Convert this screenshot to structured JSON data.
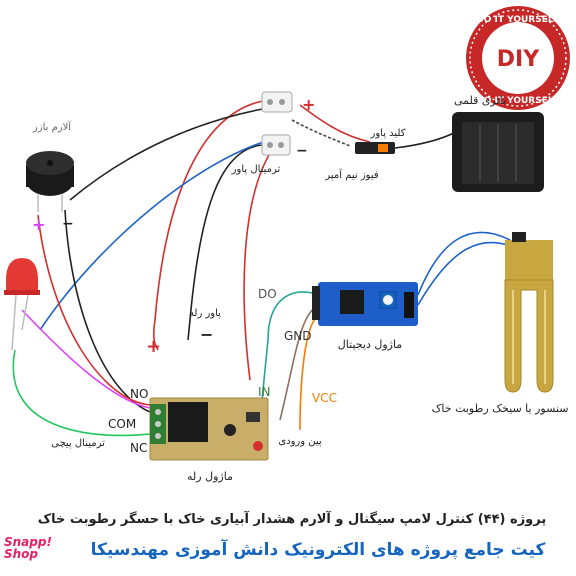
{
  "labels": {
    "battery": "باتری قلمی",
    "key": "کلید پاور",
    "fuse": "فیوز نیم آمپر",
    "alarm": "آلارم بازر",
    "power_terminal": "ترمینال پاور",
    "do": "DO",
    "gnd": "GND",
    "vcc": "VCC",
    "digital_module": "ماژول دیجیتال",
    "sensor": "سنسور یا سیخک رطوبت خاک",
    "relay_power": "پاور رله",
    "no": "NO",
    "com": "COM",
    "nc": "NC",
    "in": "IN",
    "input_pin": "پین ورودی",
    "relay_module": "ماژول رله",
    "screw_terminal": "ترمینال پیچی",
    "plus": "+",
    "minus": "−"
  },
  "badge": {
    "top": "DO IT YOURSELF",
    "center": "DIY",
    "bottom": "DO IT YOURSELF"
  },
  "footer": {
    "title": "پروژه (۴۴) کنترل لامپ سیگنال و آلارم هشدار آبیاری خاک با حسگر رطوبت خاک",
    "subtitle": "کیت جامع پروژه های الکترونیک دانش آموزی مهندسیکا",
    "logo_line1": "Snapp!",
    "logo_line2": "Shop"
  },
  "colors": {
    "red_wire": "#d32f2f",
    "black_wire": "#222222",
    "blue_wire": "#1e63c8",
    "green_wire": "#22c55e",
    "pink_wire": "#e040fb",
    "teal_wire": "#26a69a",
    "brown_wire": "#8d6e63",
    "orange_wire": "#f57c00",
    "badge_red": "#c62828"
  }
}
